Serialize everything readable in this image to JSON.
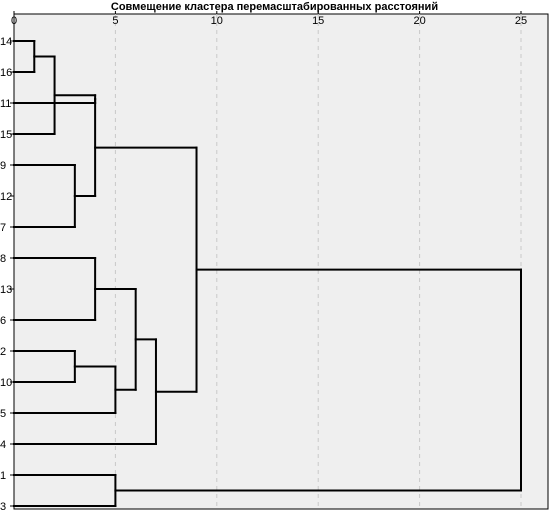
{
  "chart_data": {
    "type": "dendrogram",
    "title": "Совмещение кластера перемасштабированных расстояний",
    "xlim": [
      0,
      25
    ],
    "x_ticks": [
      0,
      5,
      10,
      15,
      20,
      25
    ],
    "leaf_order": [
      "14",
      "16",
      "11",
      "15",
      "9",
      "12",
      "7",
      "8",
      "13",
      "6",
      "2",
      "10",
      "5",
      "4",
      "1",
      "3"
    ],
    "merges": [
      {
        "left": "14",
        "right": "16",
        "distance": 1
      },
      {
        "left": "14-16",
        "right": "15",
        "distance": 2
      },
      {
        "left": "9",
        "right": "7",
        "distance": 3
      },
      {
        "left": "2",
        "right": "10",
        "distance": 3
      },
      {
        "left": "11",
        "right": "14-16-15",
        "distance": 4
      },
      {
        "left": "11-14-16-15",
        "right": "9-7",
        "distance": 4
      },
      {
        "left": "8",
        "right": "6",
        "distance": 4
      },
      {
        "left": "2-10",
        "right": "5",
        "distance": 5
      },
      {
        "left": "1",
        "right": "3",
        "distance": 5
      },
      {
        "left": "8-6",
        "right": "2-10-5",
        "distance": 6
      },
      {
        "left": "8-6-2-10-5",
        "right": "4",
        "distance": 7
      },
      {
        "left": "upper-group",
        "right": "lower-group",
        "distance": 9
      },
      {
        "left": "all-but-1-3",
        "right": "1-3",
        "distance": 25
      }
    ],
    "background_color": "#efefef",
    "line_color": "#000000",
    "grid": "vertical-dashed"
  }
}
